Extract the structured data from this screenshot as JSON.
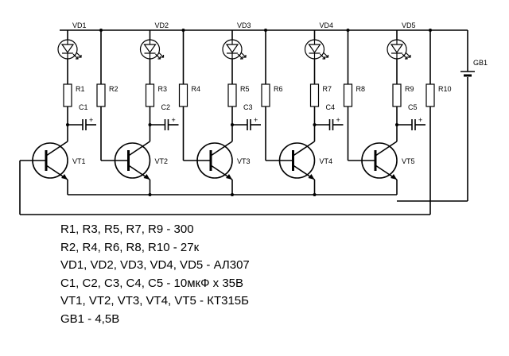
{
  "schematic": {
    "stages": [
      {
        "led": "VD1",
        "r_collector": "R1",
        "r_base": "R2",
        "capacitor": "C1",
        "transistor": "VT1"
      },
      {
        "led": "VD2",
        "r_collector": "R3",
        "r_base": "R4",
        "capacitor": "C2",
        "transistor": "VT2"
      },
      {
        "led": "VD3",
        "r_collector": "R5",
        "r_base": "R6",
        "capacitor": "C3",
        "transistor": "VT3"
      },
      {
        "led": "VD4",
        "r_collector": "R7",
        "r_base": "R8",
        "capacitor": "C4",
        "transistor": "VT4"
      },
      {
        "led": "VD5",
        "r_collector": "R9",
        "r_base": "R10",
        "capacitor": "C5",
        "transistor": "VT5"
      }
    ],
    "battery": "GB1",
    "polarity_mark": "+"
  },
  "parts_list": [
    "R1, R3, R5, R7, R9 - 300",
    "R2, R4, R6, R8, R10 - 27к",
    "VD1, VD2, VD3, VD4, VD5 - АЛ307",
    "C1, C2, C3, C4, C5 - 10мкФ x 35В",
    "VT1, VT2, VT3, VT4, VT5 - КТ315Б",
    "GB1 - 4,5В"
  ]
}
